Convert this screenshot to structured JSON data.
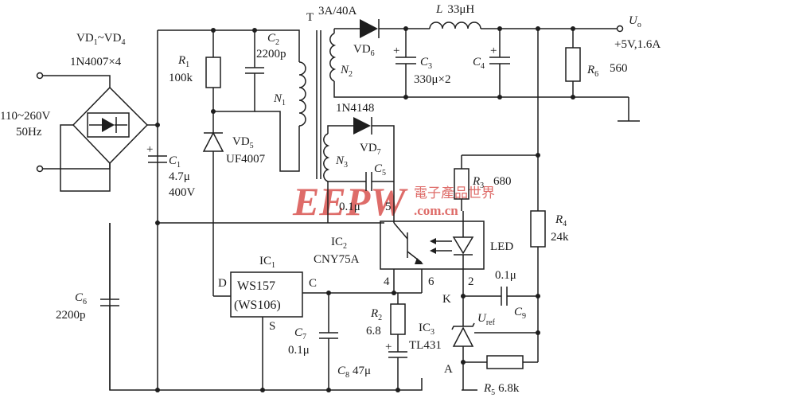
{
  "watermark": {
    "logo": "EEPW",
    "chinese": "電子產品世界",
    "domain": ".com.cn",
    "color": "#d9534f"
  },
  "colors": {
    "line": "#1e1e1e",
    "background": "#ffffff"
  },
  "input": {
    "voltage": "110~260V",
    "frequency": "50Hz"
  },
  "bridge": {
    "name": "VD",
    "sub_a": "1",
    "tilde": "~VD",
    "sub_b": "4",
    "part": "1N4007×4"
  },
  "c1": {
    "name": "C",
    "sub": "1",
    "value": "4.7μ",
    "voltage": "400V",
    "polarity": "+"
  },
  "r1": {
    "name": "R",
    "sub": "1",
    "value": "100k"
  },
  "c2": {
    "name": "C",
    "sub": "2",
    "value": "2200p"
  },
  "vd5": {
    "name": "VD",
    "sub": "5",
    "part": "UF4007"
  },
  "transformer": {
    "name": "T",
    "n1": "N",
    "n1_sub": "1",
    "n2": "N",
    "n2_sub": "2",
    "n3": "N",
    "n3_sub": "3"
  },
  "vd6": {
    "rating": "3A/40A",
    "name": "VD",
    "sub": "6"
  },
  "inductor": {
    "name": "L",
    "value": "33μH"
  },
  "c3": {
    "name": "C",
    "sub": "3",
    "value": "330μ×2",
    "polarity": "+"
  },
  "c4": {
    "name": "C",
    "sub": "4",
    "polarity": "+"
  },
  "r6": {
    "name": "R",
    "sub": "6",
    "value": "560"
  },
  "output": {
    "name": "U",
    "sub": "o",
    "spec": "+5V,1.6A"
  },
  "vd7": {
    "part": "1N4148",
    "name": "VD",
    "sub": "7"
  },
  "c5": {
    "name": "C",
    "sub": "5",
    "value": "0.1μ"
  },
  "r3": {
    "name": "R",
    "sub": "3",
    "value": "680"
  },
  "r4": {
    "name": "R",
    "sub": "4",
    "value": "24k"
  },
  "ic2": {
    "name": "IC",
    "sub": "2",
    "part": "CNY75A",
    "led": "LED",
    "pin4": "4",
    "pin5": "5",
    "pin6": "6",
    "pin2": "2"
  },
  "ic1": {
    "name": "IC",
    "sub": "1",
    "part": "WS157",
    "alt": "(WS106)",
    "pin_d": "D",
    "pin_c": "C",
    "pin_s": "S"
  },
  "c6": {
    "name": "C",
    "sub": "6",
    "value": "2200p"
  },
  "c7": {
    "name": "C",
    "sub": "7",
    "value": "0.1μ"
  },
  "r2": {
    "name": "R",
    "sub": "2",
    "value": "6.8"
  },
  "c8": {
    "name": "C",
    "sub": "8",
    "value": "47μ",
    "polarity": "+"
  },
  "c9": {
    "name": "C",
    "sub": "9",
    "value": "0.1μ"
  },
  "ic3": {
    "name": "IC",
    "sub": "3",
    "part": "TL431",
    "pin_k": "K",
    "pin_a": "A",
    "uref": "U",
    "uref_sub": "ref"
  },
  "r5": {
    "name": "R",
    "sub": "5",
    "value": "6.8k"
  }
}
